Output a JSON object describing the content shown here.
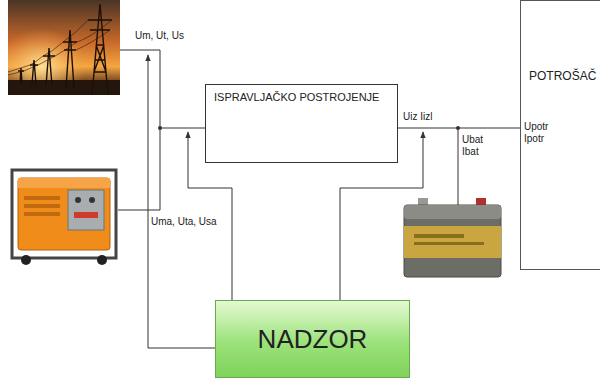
{
  "diagram": {
    "nodes": [
      {
        "text": [
          "ISPRAVLJAČKO POSTROJENJE"
        ]
      },
      {
        "text": [
          "POTROŠAČ",
          "Upotr Ipotr"
        ]
      },
      {
        "text": [
          "NADZOR"
        ]
      }
    ],
    "edges": [
      {
        "from": 0,
        "to": 1,
        "arrow": "none"
      }
    ],
    "labels": [
      "Um, Ut, Us",
      "Uma, Uta, Usa",
      "Uiz Iizl",
      "Ubat Ibat"
    ]
  }
}
